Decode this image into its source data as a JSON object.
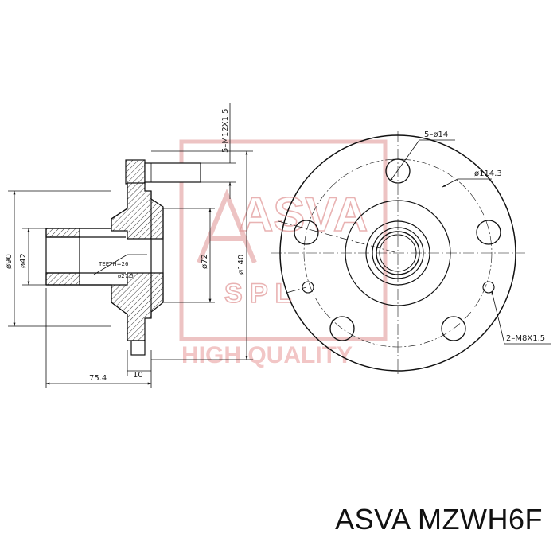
{
  "watermark": {
    "brand": "ASVA",
    "sub": "S P L",
    "slogan": "HIGH QUALITY",
    "color": "#e29a9a"
  },
  "dimensions": {
    "bolt_thread": "5–M12X1.5",
    "hub_od": "ø90",
    "bore": "ø42",
    "teeth": "TEETH=26",
    "spline_dia": "ø27.5",
    "pilot": "ø72",
    "flange_od": "ø140",
    "length": "75.4",
    "flange_thk": "10",
    "stud_holes": "5–ø14",
    "pcd": "ø114.3",
    "tapped_holes": "2–M8X1.5"
  },
  "caption": "ASVA MZWH6F"
}
